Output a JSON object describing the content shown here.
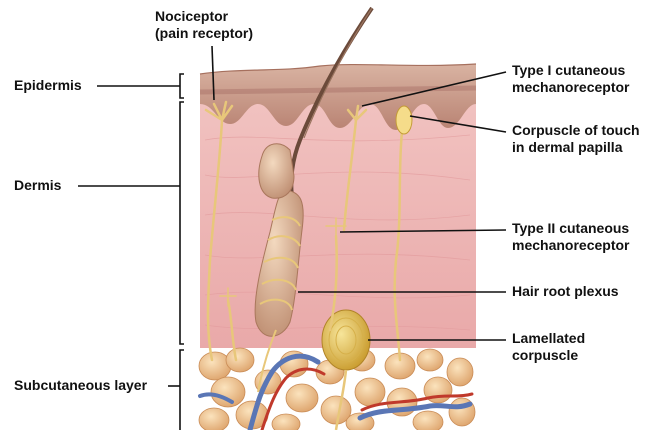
{
  "labels": {
    "nociceptor": [
      "Nociceptor",
      "(pain receptor)"
    ],
    "epidermis": "Epidermis",
    "dermis": "Dermis",
    "subcutaneous": "Subcutaneous layer",
    "type1": [
      "Type I cutaneous",
      "mechanoreceptor"
    ],
    "corpuscle_touch": [
      "Corpuscle of touch",
      "in dermal papilla"
    ],
    "type2": [
      "Type II cutaneous",
      "mechanoreceptor"
    ],
    "hair_root_plexus": "Hair root plexus",
    "lamellated": [
      "Lamellated",
      "corpuscle"
    ]
  },
  "colors": {
    "epidermis": "#c99a86",
    "dermis": "#eeb2b2",
    "fat": "#f0c795",
    "nerve": "#e8c77a",
    "artery": "#c0392b",
    "vein": "#5a76b5",
    "hair": "#6b4a3a",
    "leader": "#111111"
  }
}
